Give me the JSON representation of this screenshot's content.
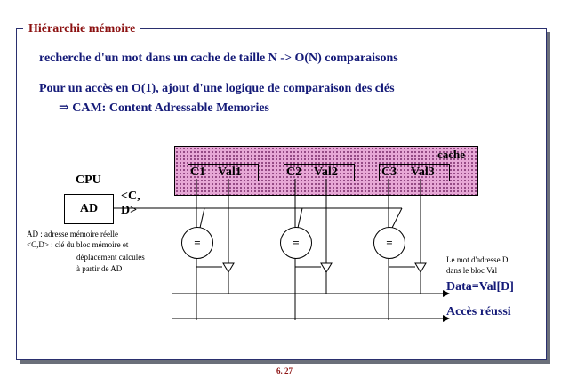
{
  "slide": {
    "title": "Hiérarchie mémoire",
    "line1": "recherche d'un mot dans un cache de taille N -> O(N) comparaisons",
    "line2": "Pour un accès en O(1), ajout d'une logique de comparaison des clés",
    "line3_arrow": "⇒",
    "line3": "CAM: Content Adressable Memories",
    "page_number": "6. 27"
  },
  "diagram": {
    "cache_label": "cache",
    "cpu_label": "CPU",
    "ad_label": "AD",
    "cd_label_line1": "<C,",
    "cd_label_line2": "D>",
    "entries": [
      {
        "key": "C1",
        "value": "Val1"
      },
      {
        "key": "C2",
        "value": "Val2"
      },
      {
        "key": "C3",
        "value": "Val3"
      }
    ],
    "comparator_symbol": "=",
    "note_ad": [
      "AD : adresse mémoire réelle",
      "<C,D> : clé du bloc mémoire et",
      "déplacement calculés",
      "à partir de AD"
    ],
    "note_result": [
      "Le mot d'adresse D",
      "dans le bloc Val"
    ],
    "data_label": "Data=Val[D]",
    "success_label": "Accès réussi"
  },
  "colors": {
    "title": "#8b1010",
    "text": "#141a78",
    "cache_fill": "#e7a8d6"
  }
}
